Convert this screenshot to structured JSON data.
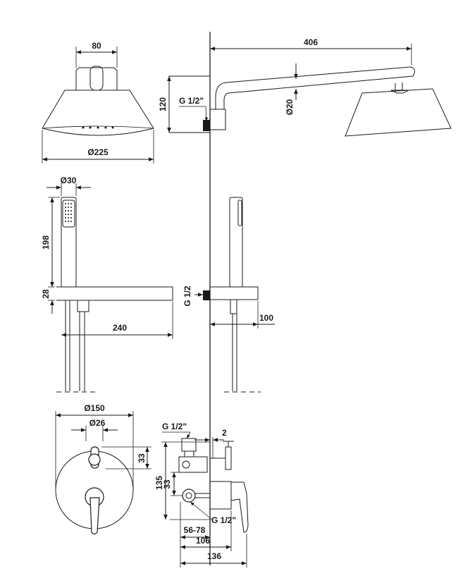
{
  "labels": {
    "head_top_width": "80",
    "head_diameter": "Ø225",
    "arm_length": "406",
    "arm_diameter": "Ø20",
    "arm_height": "120",
    "arm_thread": "G 1/2\"",
    "hand_diameter": "Ø30",
    "hand_length": "198",
    "holder_height": "28",
    "holder_length": "240",
    "outlet_thread": "G 1/2",
    "outlet_depth": "100",
    "plate_diameter": "Ø150",
    "hole_diameter": "Ø26",
    "spacing_upper": "33",
    "spacing_lower": "33",
    "body_height": "135",
    "inlet_thread_top": "G 1/2\"",
    "inlet_thread_bottom": "G 1/2\"",
    "plate_gap": "2",
    "depth_range": "56-78",
    "depth_mid": "106",
    "depth_total": "136"
  }
}
